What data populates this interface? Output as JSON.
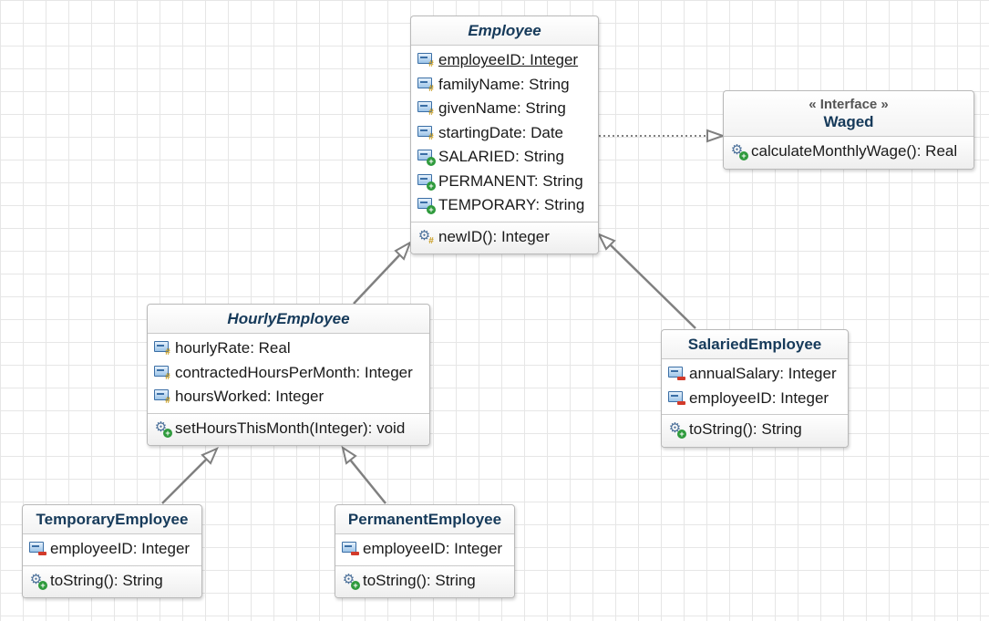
{
  "classes": {
    "employee": {
      "name": "Employee",
      "attributes": [
        {
          "text": "employeeID: Integer",
          "visibility": "protected",
          "static": true
        },
        {
          "text": "familyName: String",
          "visibility": "protected"
        },
        {
          "text": "givenName: String",
          "visibility": "protected"
        },
        {
          "text": "startingDate: Date",
          "visibility": "protected"
        },
        {
          "text": "SALARIED: String",
          "visibility": "public"
        },
        {
          "text": "PERMANENT: String",
          "visibility": "public"
        },
        {
          "text": "TEMPORARY: String",
          "visibility": "public"
        }
      ],
      "operations": [
        {
          "text": "newID(): Integer",
          "visibility": "protected"
        }
      ]
    },
    "waged": {
      "stereotype": "« Interface »",
      "name": "Waged",
      "operations": [
        {
          "text": "calculateMonthlyWage(): Real",
          "visibility": "public"
        }
      ]
    },
    "hourly_employee": {
      "name": "HourlyEmployee",
      "attributes": [
        {
          "text": "hourlyRate: Real",
          "visibility": "protected"
        },
        {
          "text": "contractedHoursPerMonth: Integer",
          "visibility": "protected"
        },
        {
          "text": "hoursWorked: Integer",
          "visibility": "protected"
        }
      ],
      "operations": [
        {
          "text": "setHoursThisMonth(Integer): void",
          "visibility": "public"
        }
      ]
    },
    "salaried_employee": {
      "name": "SalariedEmployee",
      "attributes": [
        {
          "text": "annualSalary: Integer",
          "visibility": "private"
        },
        {
          "text": "employeeID: Integer",
          "visibility": "private"
        }
      ],
      "operations": [
        {
          "text": "toString(): String",
          "visibility": "public"
        }
      ]
    },
    "temporary_employee": {
      "name": "TemporaryEmployee",
      "attributes": [
        {
          "text": "employeeID: Integer",
          "visibility": "private"
        }
      ],
      "operations": [
        {
          "text": "toString(): String",
          "visibility": "public"
        }
      ]
    },
    "permanent_employee": {
      "name": "PermanentEmployee",
      "attributes": [
        {
          "text": "employeeID: Integer",
          "visibility": "private"
        }
      ],
      "operations": [
        {
          "text": "toString(): String",
          "visibility": "public"
        }
      ]
    }
  },
  "relations": [
    {
      "type": "realization",
      "from": "employee",
      "to": "waged"
    },
    {
      "type": "generalization",
      "from": "hourly_employee",
      "to": "employee"
    },
    {
      "type": "generalization",
      "from": "salaried_employee",
      "to": "employee"
    },
    {
      "type": "generalization",
      "from": "temporary_employee",
      "to": "hourly_employee"
    },
    {
      "type": "generalization",
      "from": "permanent_employee",
      "to": "hourly_employee"
    }
  ],
  "colors": {
    "class_name": "#163a5a",
    "border": "#b9b9b9",
    "connector": "#808080",
    "grid": "#e6e6e6",
    "public_badge": "#2e9a3c",
    "protected_badge": "#c79a1a",
    "private_badge": "#d23a2a"
  }
}
